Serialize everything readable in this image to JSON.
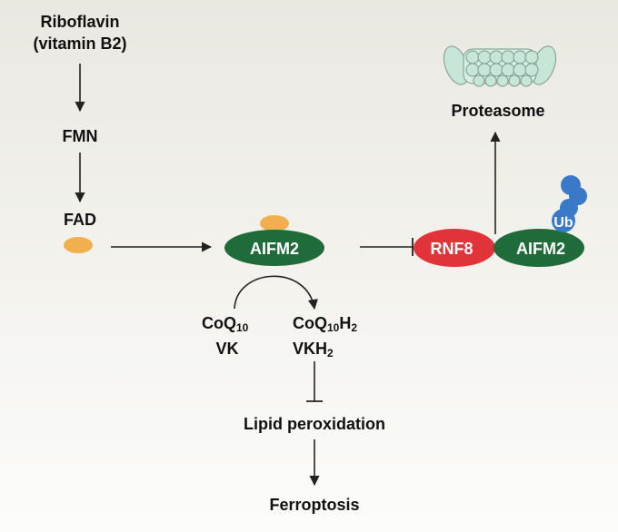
{
  "nodes": {
    "riboflavin_line1": "Riboflavin",
    "riboflavin_line2": "(vitamin B2)",
    "fmn": "FMN",
    "fad": "FAD",
    "aifm2_center": "AIFM2",
    "rnf8": "RNF8",
    "aifm2_right": "AIFM2",
    "ub": "Ub",
    "proteasome": "Proteasome",
    "coq": {
      "base": "CoQ",
      "sub": "10"
    },
    "vk": "VK",
    "coqh2": {
      "base": "CoQ",
      "sub1": "10",
      "mid": "H",
      "sub2": "2"
    },
    "vkh2": {
      "base": "VKH",
      "sub": "2"
    },
    "lipid_peroxidation": "Lipid peroxidation",
    "ferroptosis": "Ferroptosis"
  },
  "colors": {
    "aifm2_green": "#1f6b3a",
    "rnf8_red": "#e0343a",
    "fad_orange": "#f0b050",
    "ub_blue": "#3a78c8",
    "proteasome_green": "#c8e6d8",
    "arrow": "#222222"
  },
  "icons": [
    "proteasome-icon",
    "fad-cofactor-icon",
    "ubiquitin-chain-icon"
  ]
}
